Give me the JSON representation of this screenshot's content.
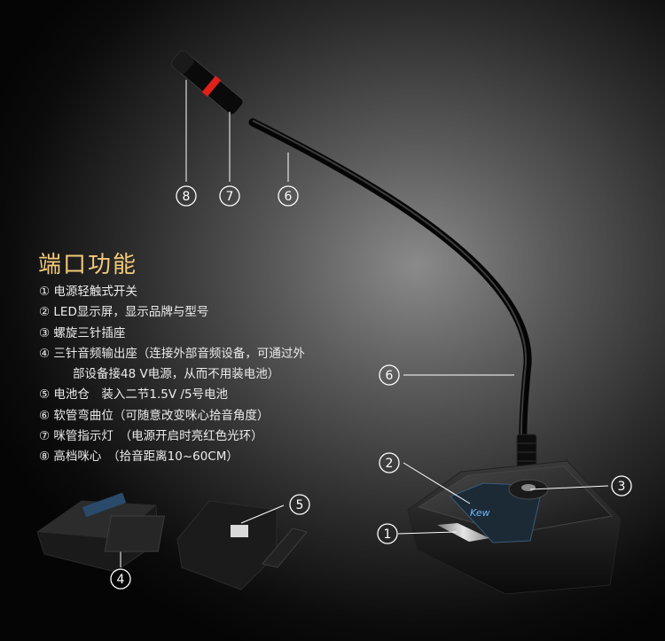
{
  "section_title": "端口功能",
  "features": [
    {
      "line1": "① 电源轻触式开关"
    },
    {
      "line1": "② LED显示屏，显示品牌与型号"
    },
    {
      "line1": "③ 螺旋三针插座"
    },
    {
      "line1": "④ 三针音频输出座（连接外部音频设备，可通过外",
      "line2": "部设备接48 V电源，从而不用装电池）"
    },
    {
      "line1": "⑤ 电池仓　装入二节1.5V /5号电池"
    },
    {
      "line1": "⑥ 软管弯曲位（可随意改变咪心拾音角度）"
    },
    {
      "line1": "⑦ 咪管指示灯　（电源开启时亮红色光环）"
    },
    {
      "line1": "⑧ 高档咪心　（拾音距离10~60CM）"
    }
  ],
  "callouts": [
    "8",
    "7",
    "6",
    "6",
    "2",
    "3",
    "1",
    "4",
    "5"
  ],
  "base_brand": "Kew",
  "colors": {
    "heading": "#f3c97a",
    "indicator_ring": "#e0201a",
    "text": "#ececec"
  }
}
